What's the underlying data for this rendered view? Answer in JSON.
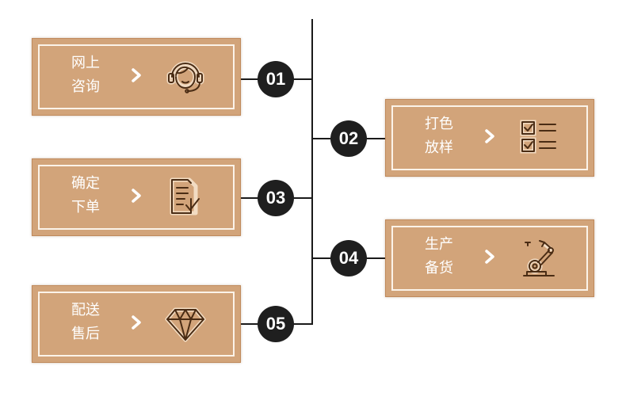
{
  "steps": [
    {
      "num": "01",
      "line1": "网上",
      "line2": "咨询",
      "icon": "headset-icon"
    },
    {
      "num": "02",
      "line1": "打色",
      "line2": "放样",
      "icon": "checklist-icon"
    },
    {
      "num": "03",
      "line1": "确定",
      "line2": "下单",
      "icon": "document-check-icon"
    },
    {
      "num": "04",
      "line1": "生产",
      "line2": "备货",
      "icon": "robot-arm-icon"
    },
    {
      "num": "05",
      "line1": "配送",
      "line2": "售后",
      "icon": "diamond-icon"
    }
  ],
  "colors": {
    "card": "#d2a47a",
    "card_border": "#fbf3e9",
    "badge": "#1f1f1f",
    "line": "#1a1a1a",
    "icon_stroke": "#4a2c14",
    "icon_glow": "#fff3e2"
  }
}
